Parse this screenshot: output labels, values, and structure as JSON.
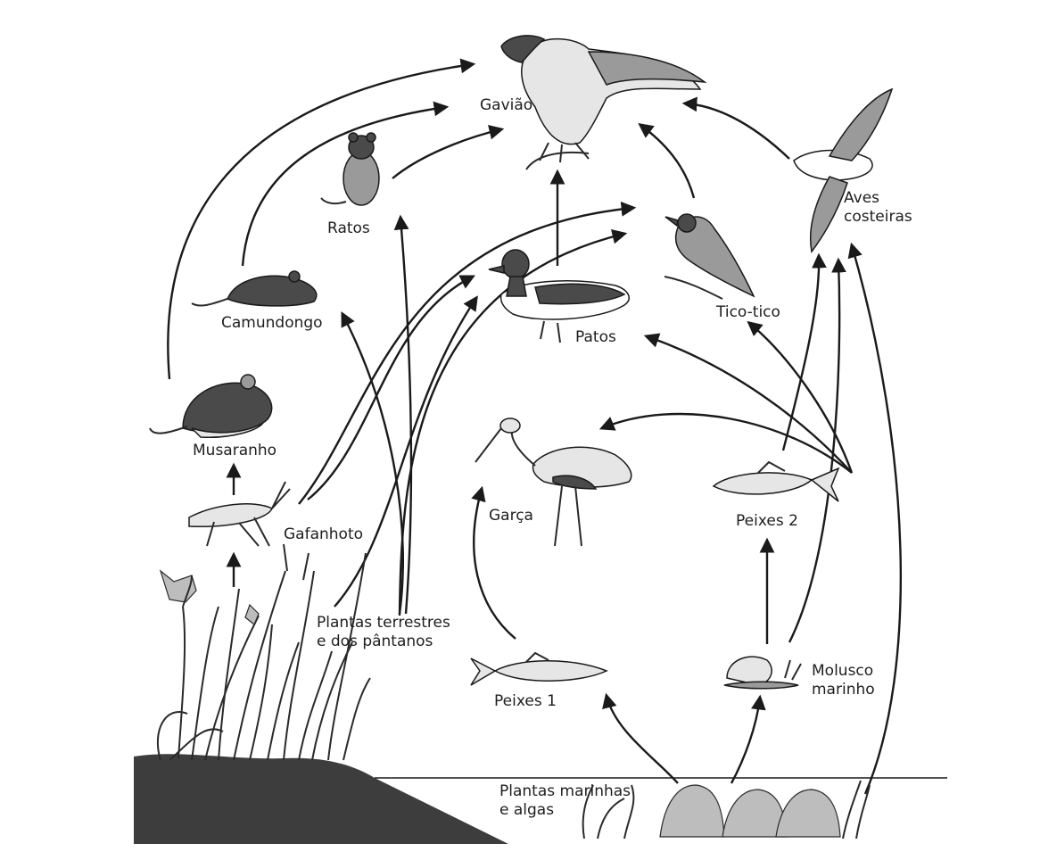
{
  "nodes": {
    "gaviao": {
      "label": [
        "Gavião"
      ]
    },
    "ratos": {
      "label": [
        "Ratos"
      ]
    },
    "camundongo": {
      "label": [
        "Camundongo"
      ]
    },
    "musaranho": {
      "label": [
        "Musaranho"
      ]
    },
    "gafanhoto": {
      "label": [
        "Gafanhoto"
      ]
    },
    "plantas_terrestres": {
      "label": [
        "Plantas terrestres",
        "e dos pântanos"
      ]
    },
    "patos": {
      "label": [
        "Patos"
      ]
    },
    "tico_tico": {
      "label": [
        "Tico-tico"
      ]
    },
    "aves_costeiras": {
      "label": [
        "Aves",
        "costeiras"
      ]
    },
    "garca": {
      "label": [
        "Garça"
      ]
    },
    "peixes_2": {
      "label": [
        "Peixes 2"
      ]
    },
    "peixes_1": {
      "label": [
        "Peixes 1"
      ]
    },
    "molusco": {
      "label": [
        "Molusco",
        "marinho"
      ]
    },
    "plantas_marinhas": {
      "label": [
        "Plantas marinhas",
        "e algas"
      ]
    }
  },
  "edges": [
    {
      "from": "musaranho",
      "to": "gaviao"
    },
    {
      "from": "camundongo",
      "to": "gaviao"
    },
    {
      "from": "ratos",
      "to": "gaviao"
    },
    {
      "from": "patos",
      "to": "gaviao"
    },
    {
      "from": "tico_tico",
      "to": "gaviao"
    },
    {
      "from": "aves_costeiras",
      "to": "gaviao"
    },
    {
      "from": "gafanhoto",
      "to": "musaranho"
    },
    {
      "from": "plantas_terrestres",
      "to": "gafanhoto"
    },
    {
      "from": "plantas_terrestres",
      "to": "camundongo"
    },
    {
      "from": "plantas_terrestres",
      "to": "ratos"
    },
    {
      "from": "plantas_terrestres",
      "to": "patos"
    },
    {
      "from": "plantas_terrestres",
      "to": "tico_tico"
    },
    {
      "from": "gafanhoto",
      "to": "patos"
    },
    {
      "from": "gafanhoto",
      "to": "tico_tico"
    },
    {
      "from": "peixes_2",
      "to": "patos"
    },
    {
      "from": "peixes_2",
      "to": "tico_tico"
    },
    {
      "from": "peixes_2",
      "to": "garca"
    },
    {
      "from": "peixes_2",
      "to": "aves_costeiras"
    },
    {
      "from": "peixes_1",
      "to": "garca"
    },
    {
      "from": "molusco",
      "to": "peixes_2"
    },
    {
      "from": "molusco",
      "to": "aves_costeiras"
    },
    {
      "from": "plantas_marinhas",
      "to": "peixes_1"
    },
    {
      "from": "plantas_marinhas",
      "to": "molusco"
    },
    {
      "from": "plantas_marinhas",
      "to": "aves_costeiras"
    }
  ]
}
